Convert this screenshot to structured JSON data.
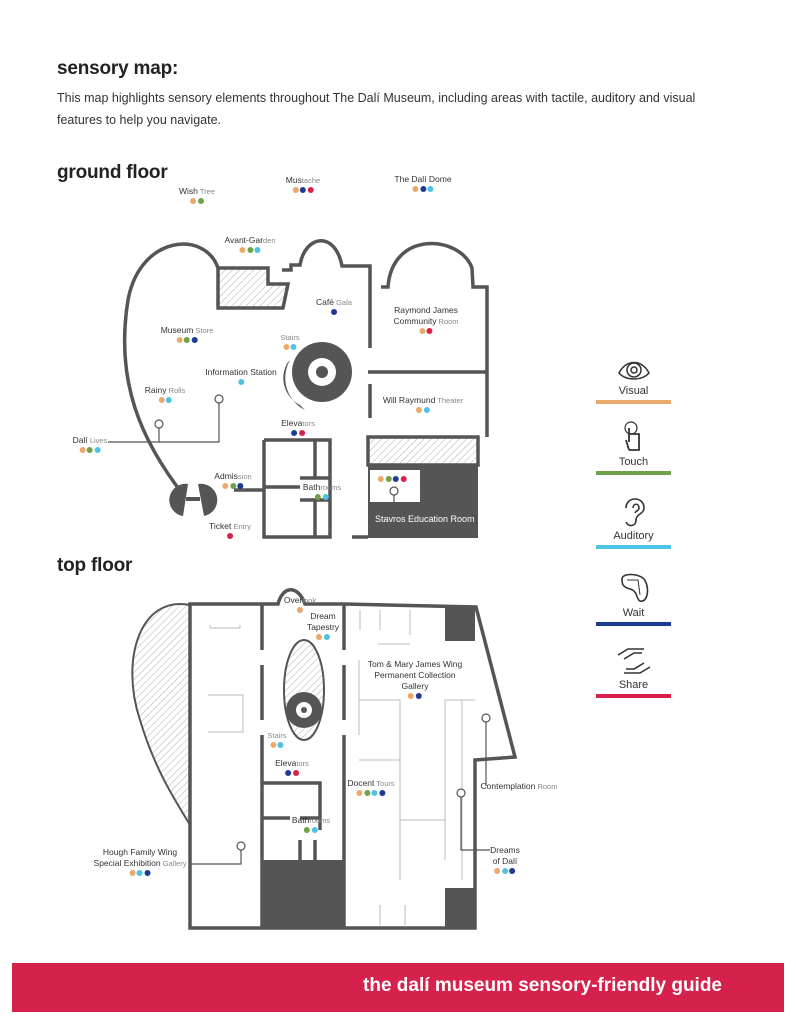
{
  "header": {
    "title": "sensory map:",
    "intro": "This map highlights sensory elements throughout The Dalí Museum, including areas with tactile, auditory and visual features to help you navigate."
  },
  "colors": {
    "visual": "#e9a96a",
    "touch": "#6fa24a",
    "auditory": "#4ec3e6",
    "wait": "#1f3a93",
    "share": "#d6214d",
    "wall": "#555555"
  },
  "ground_floor": {
    "title": "ground floor",
    "stavros_label": "Stavros Education Room",
    "labels": [
      {
        "main": "Wish",
        "sub": " Tree",
        "dots": [
          "visual",
          "touch"
        ]
      },
      {
        "main": "Mus",
        "sub": "tache",
        "dots": [
          "visual",
          "wait",
          "share"
        ]
      },
      {
        "main": "The Dalí Dome",
        "sub": "",
        "dots": [
          "visual",
          "wait",
          "auditory"
        ]
      },
      {
        "main": "Avant-Gar",
        "sub": "den",
        "dots": [
          "visual",
          "touch",
          "auditory"
        ]
      },
      {
        "main": "Café",
        "sub": " Gala",
        "dots": [
          "wait"
        ]
      },
      {
        "main": "Museum",
        "sub": " Store",
        "dots": [
          "visual",
          "touch",
          "wait"
        ]
      },
      {
        "main": "",
        "sub": "Stairs",
        "dots": [
          "visual",
          "auditory"
        ]
      },
      {
        "main": "Raymond James",
        "main2": "Community",
        "sub": " Room",
        "dots": [
          "visual",
          "share"
        ]
      },
      {
        "main": "Information Station",
        "sub": "",
        "dots": [
          "auditory"
        ]
      },
      {
        "main": "Rainy",
        "sub": " Rolls",
        "dots": [
          "visual",
          "auditory"
        ]
      },
      {
        "main": "Will Raymund",
        "sub": " Theater",
        "dots": [
          "visual",
          "auditory"
        ]
      },
      {
        "main": "Eleva",
        "sub": "tors",
        "dots": [
          "wait",
          "share"
        ]
      },
      {
        "main": "Dalí",
        "sub": " Lives",
        "dots": [
          "visual",
          "touch",
          "auditory"
        ]
      },
      {
        "main": "Admis",
        "sub": "sion",
        "dots": [
          "visual",
          "touch",
          "wait"
        ]
      },
      {
        "main": "Bath",
        "sub": "rooms",
        "dots": [
          "touch",
          "auditory"
        ]
      },
      {
        "main": "",
        "sub": "",
        "dots": [
          "visual",
          "touch",
          "wait",
          "share"
        ]
      },
      {
        "main": "Ticket",
        "sub": " Entry",
        "dots": [
          "share"
        ]
      }
    ]
  },
  "top_floor": {
    "title": "top floor",
    "labels": [
      {
        "main": "Over",
        "sub": "look",
        "dots": [
          "visual"
        ]
      },
      {
        "main": "Dream",
        "main2": "Tapestry",
        "sub": "",
        "dots": [
          "visual",
          "auditory"
        ]
      },
      {
        "main": "Tom & Mary James Wing",
        "main2": "Permanent Collection",
        "main3": "Gallery",
        "sub": "",
        "dots": [
          "visual",
          "wait"
        ]
      },
      {
        "main": "",
        "sub": "Stairs",
        "dots": [
          "visual",
          "auditory"
        ]
      },
      {
        "main": "Eleva",
        "sub": "tors",
        "dots": [
          "wait",
          "share"
        ]
      },
      {
        "main": "Docent",
        "sub": " Tours",
        "dots": [
          "visual",
          "touch",
          "auditory",
          "wait"
        ]
      },
      {
        "main": "Contemplation",
        "sub": " Room",
        "dots": []
      },
      {
        "main": "Bath",
        "sub": "rooms",
        "dots": [
          "touch",
          "auditory"
        ]
      },
      {
        "main": "Hough Family Wing",
        "main2": "Special Exhibition",
        "sub": " Gallery",
        "dots": [
          "visual",
          "auditory",
          "wait"
        ]
      },
      {
        "main": "Dreams",
        "main2": "of Dalí",
        "sub": "",
        "dots": [
          "visual",
          "auditory",
          "wait"
        ]
      }
    ]
  },
  "legend": [
    {
      "key": "visual",
      "label": "Visual",
      "icon": "eye-icon"
    },
    {
      "key": "touch",
      "label": "Touch",
      "icon": "hand-touch-icon"
    },
    {
      "key": "auditory",
      "label": "Auditory",
      "icon": "ear-icon"
    },
    {
      "key": "wait",
      "label": "Wait",
      "icon": "wait-path-icon"
    },
    {
      "key": "share",
      "label": "Share",
      "icon": "hands-share-icon"
    }
  ],
  "footer": {
    "text": "the dalí museum sensory-friendly guide"
  }
}
